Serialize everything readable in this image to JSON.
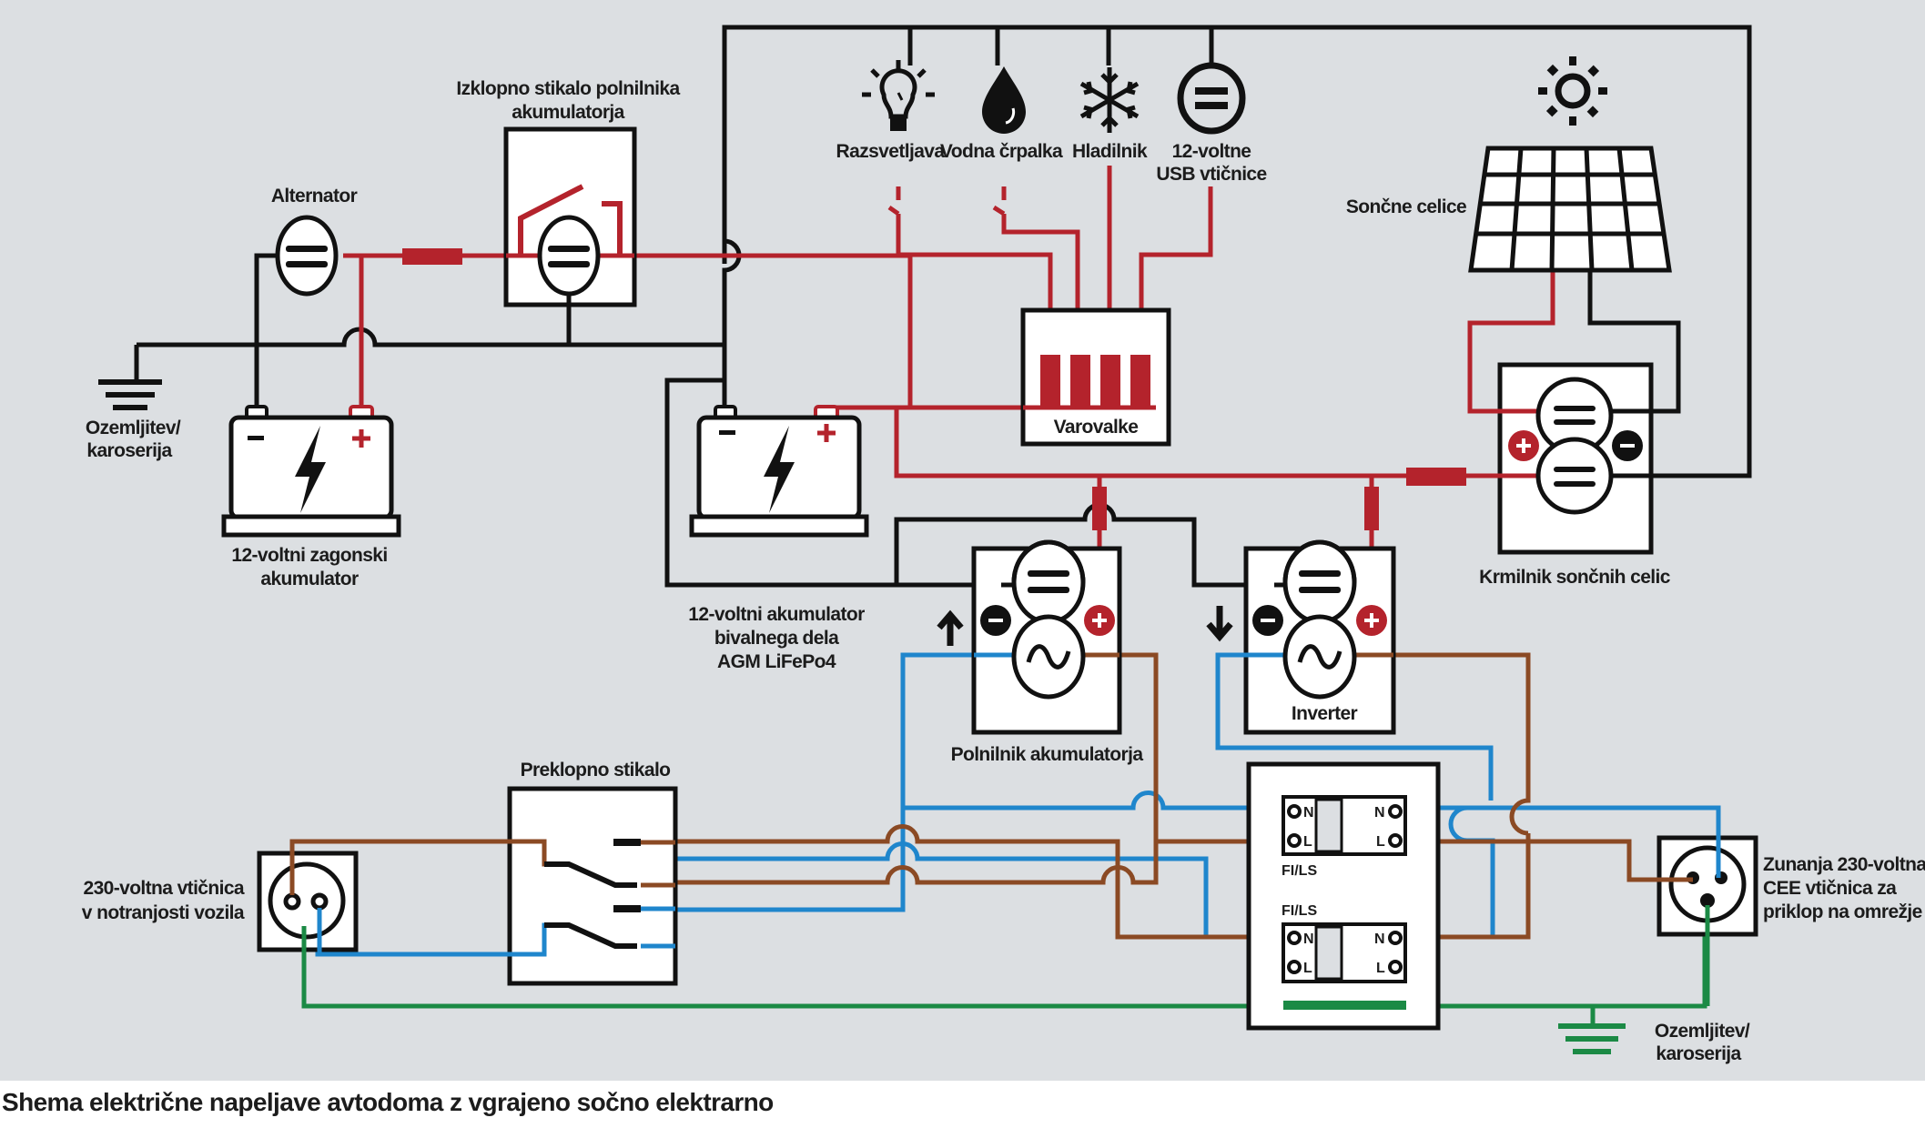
{
  "caption": "Shema električne napeljave avtodoma z vgrajeno sočno elektrarno",
  "colors": {
    "background": "#dcdfe2",
    "dc_positive": "#b4232c",
    "dc_negative": "#111111",
    "ac_live": "#8b4a24",
    "ac_neutral": "#1f86cc",
    "earth": "#1b8a45"
  },
  "labels": {
    "alternator": "Alternator",
    "cutoff_switch": [
      "Izklopno stikalo polnilnika",
      "akumulatorja"
    ],
    "ground_left": [
      "Ozemljitev/",
      "karoserija"
    ],
    "starter_battery": [
      "12-voltni zagonski",
      "akumulator"
    ],
    "house_battery": [
      "12-voltni akumulator",
      "bivalnega dela",
      "AGM LiFePo4"
    ],
    "lighting": "Razsvetljava",
    "water_pump": "Vodna črpalka",
    "fridge": "Hladilnik",
    "usb_sockets": [
      "12-voltne",
      "USB vtičnice"
    ],
    "fuses": "Varovalke",
    "solar_cells": "Sončne celice",
    "solar_controller": "Krmilnik sončnih celic",
    "battery_charger": "Polnilnik akumulatorja",
    "inverter": "Inverter",
    "transfer_switch": "Preklopno stikalo",
    "inner_socket": [
      "230-voltna vtičnica",
      "v notranjosti vozila"
    ],
    "outer_socket": [
      "Zunanja 230-voltna",
      "CEE vtičnica za",
      "priklop na omrežje"
    ],
    "ground_right": [
      "Ozemljitev/",
      "karoserija"
    ],
    "rcd_upper": "FI/LS",
    "rcd_lower": "FI/LS",
    "terminal_n": "N",
    "terminal_l": "L",
    "plus": "+",
    "minus": "−"
  },
  "icons": {
    "lighting": "lightbulb-icon",
    "water_pump": "water-drop-icon",
    "fridge": "snowflake-icon",
    "usb_sockets": "dc-circle-icon",
    "sun": "sun-icon",
    "solar_panel": "solar-panel-icon",
    "battery": "battery-lightning-icon",
    "charger_direction": "arrow-up-icon",
    "inverter_direction": "arrow-down-icon"
  }
}
